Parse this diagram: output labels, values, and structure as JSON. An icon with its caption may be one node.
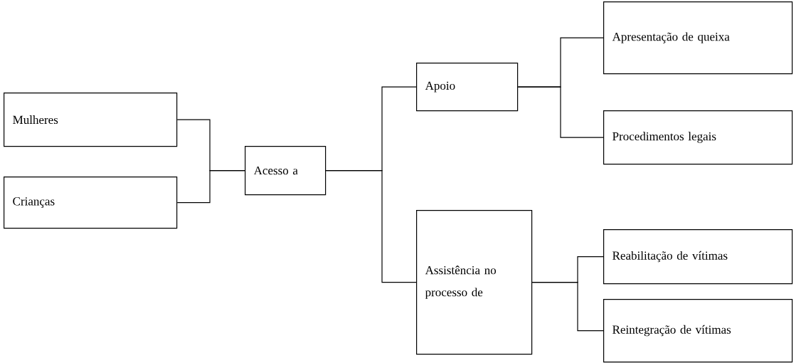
{
  "diagram": {
    "nodes": [
      {
        "text": [
          "Mulheres"
        ]
      },
      {
        "text": [
          "Crianças"
        ]
      },
      {
        "text": [
          "Acesso a"
        ]
      },
      {
        "text": [
          "Apoio"
        ]
      },
      {
        "text": [
          "Assistência no processo de"
        ]
      },
      {
        "text": [
          "Apresentação de queixa"
        ]
      },
      {
        "text": [
          "Procedimentos legais"
        ]
      },
      {
        "text": [
          "Reabilitação de vítimas"
        ]
      },
      {
        "text": [
          "Reintegração de vítimas"
        ]
      }
    ],
    "edges": [
      {
        "from": 0,
        "to": 2,
        "arrow": "none"
      },
      {
        "from": 1,
        "to": 2,
        "arrow": "none"
      },
      {
        "from": 2,
        "to": 3,
        "arrow": "none"
      },
      {
        "from": 2,
        "to": 4,
        "arrow": "none"
      },
      {
        "from": 3,
        "to": 5,
        "arrow": "none"
      },
      {
        "from": 3,
        "to": 6,
        "arrow": "none"
      },
      {
        "from": 4,
        "to": 7,
        "arrow": "none"
      },
      {
        "from": 4,
        "to": 8,
        "arrow": "none"
      }
    ]
  }
}
